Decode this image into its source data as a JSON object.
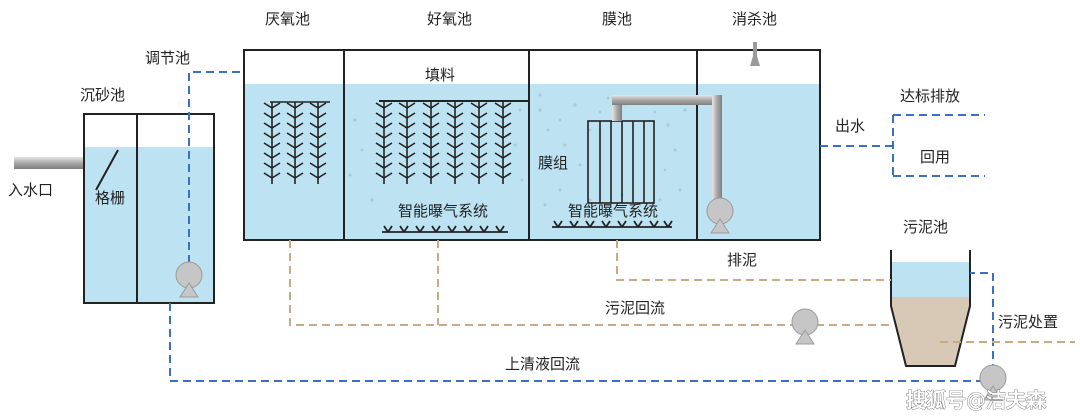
{
  "labels": {
    "inlet": "入水口",
    "grit_chamber": "沉砂池",
    "screen": "格栅",
    "equalization_tank": "调节池",
    "anaerobic_tank": "厌氧池",
    "aerobic_tank": "好氧池",
    "filler": "填料",
    "membrane_tank": "膜池",
    "membrane_module": "膜组",
    "disinfection_tank": "消杀池",
    "aeration_system_1": "智能曝气系统",
    "aeration_system_2": "智能曝气系统",
    "outlet": "出水",
    "discharge": "达标排放",
    "reuse": "回用",
    "sludge_discharge": "排泥",
    "sludge_tank": "污泥池",
    "sludge_return": "污泥回流",
    "sludge_disposal": "污泥处置",
    "supernatant_return": "上清液回流"
  },
  "watermark": "搜狐号@洁夫森",
  "colors": {
    "water": "#bde3f2",
    "tank_outline": "#222222",
    "water_line": "#3a6fc4",
    "sludge_line": "#c8aa85",
    "pipe": "#9a9a9a",
    "pump": "#c8c8c8",
    "sludge": "#d8c8b6"
  }
}
